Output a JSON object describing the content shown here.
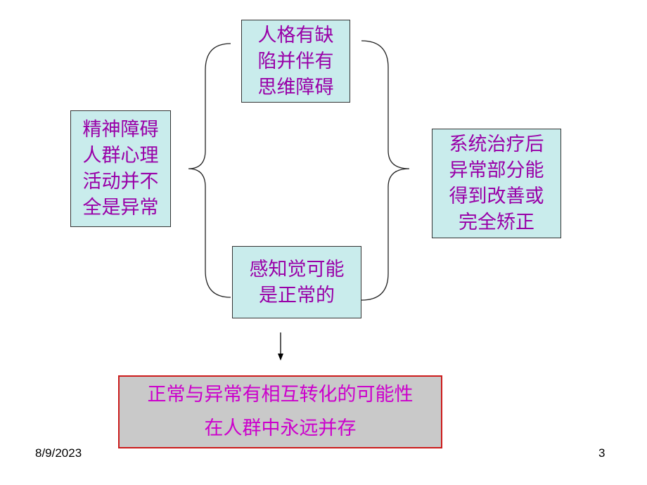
{
  "diagram": {
    "left_box": "精神障碍\n人群心理\n活动并不\n全是异常",
    "top_box": "人格有缺\n陷并伴有\n思维障碍",
    "bottom_box": "感知觉可能\n是正常的",
    "right_box": "系统治疗后\n异常部分能\n得到改善或\n完全矫正",
    "conclusion": {
      "line1": "正常与异常有相互转化的可能性",
      "line2": "在人群中永远并存"
    }
  },
  "footer": {
    "date": "8/9/2023",
    "page": "3"
  },
  "colors": {
    "box_fill": "#c9ecec",
    "box_text": "#9900a8",
    "conclusion_fill": "#c9c9c9",
    "conclusion_border": "#cc1b1b",
    "conclusion_text": "#cc00cc"
  }
}
